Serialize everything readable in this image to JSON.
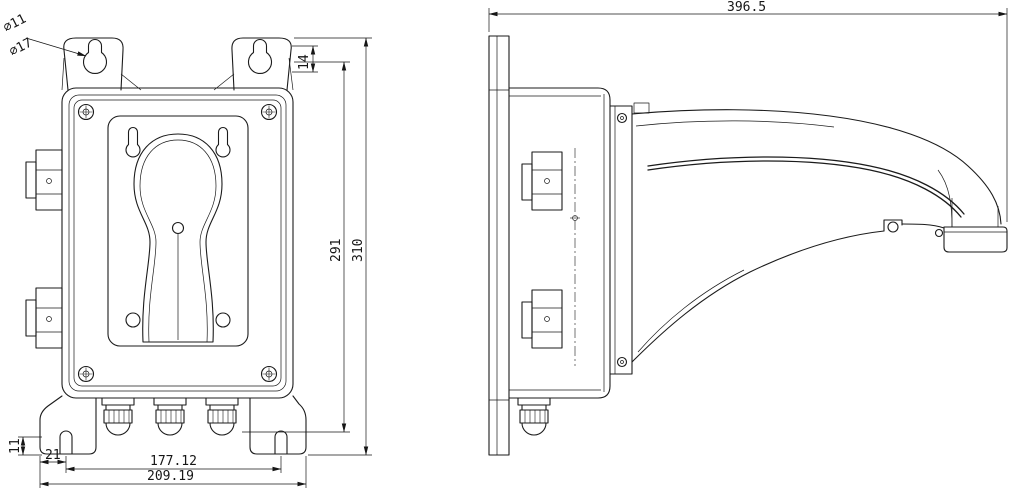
{
  "dims": {
    "front": {
      "hole_dia_small": "⌀11",
      "hole_dia_large": "⌀17",
      "ear_slot_height": "14",
      "body_height": "291",
      "overall_height": "310",
      "foot_tab_height": "11",
      "slot_edge_offset": "21",
      "slot_spacing": "177.12",
      "overall_width": "209.19"
    },
    "side": {
      "overall_length": "396.5"
    }
  }
}
